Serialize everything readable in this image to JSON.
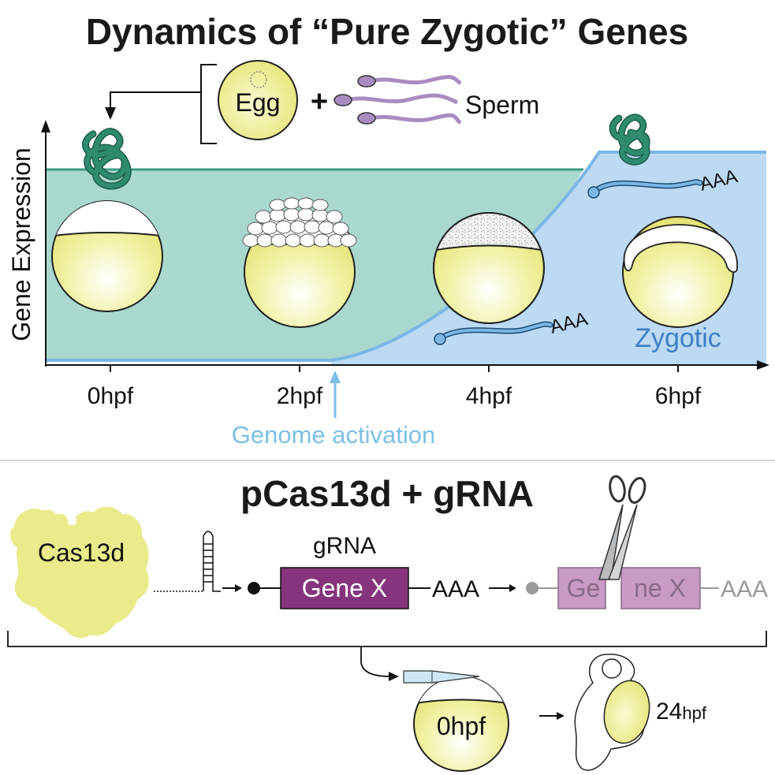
{
  "title": "Dynamics of “Pure Zygotic” Genes",
  "top": {
    "y_axis_label": "Gene Expression",
    "egg_label": "Egg",
    "plus": "+",
    "sperm_label": "Sperm",
    "time_labels": [
      "0hpf",
      "2hpf",
      "4hpf",
      "6hpf"
    ],
    "genome_activation_label": "Genome activation",
    "zygotic_label": "Zygotic",
    "polya_label": "AAA",
    "colors": {
      "maternal_fill": "#a9d8cf",
      "maternal_line": "#3d9a85",
      "zygotic_fill": "#bcdaf3",
      "zygotic_line": "#7ab7e6",
      "yolk": "#f0f09a",
      "protein_green": "#2e8b6f",
      "sperm": "#a98cc2",
      "activation_blue": "#7cc0e6",
      "zygotic_text": "#3c7fc4"
    }
  },
  "bottom": {
    "title": "pCas13d + gRNA",
    "cas13d_label": "Cas13d",
    "grna_label": "gRNA",
    "gene_label": "Gene X",
    "gene_cut_left": "Ge",
    "gene_cut_right": "ne X",
    "polya_label": "AAA",
    "injection_stage": "0hpf",
    "larva_stage_number": "24",
    "larva_stage_unit": "hpf",
    "colors": {
      "cas13d": "#eaeb8a",
      "gene_box": "#86347d",
      "gene_box_cut": "#c99ac4",
      "gene_text": "#ffffff",
      "gene_cut_text": "#8a6b88"
    }
  }
}
